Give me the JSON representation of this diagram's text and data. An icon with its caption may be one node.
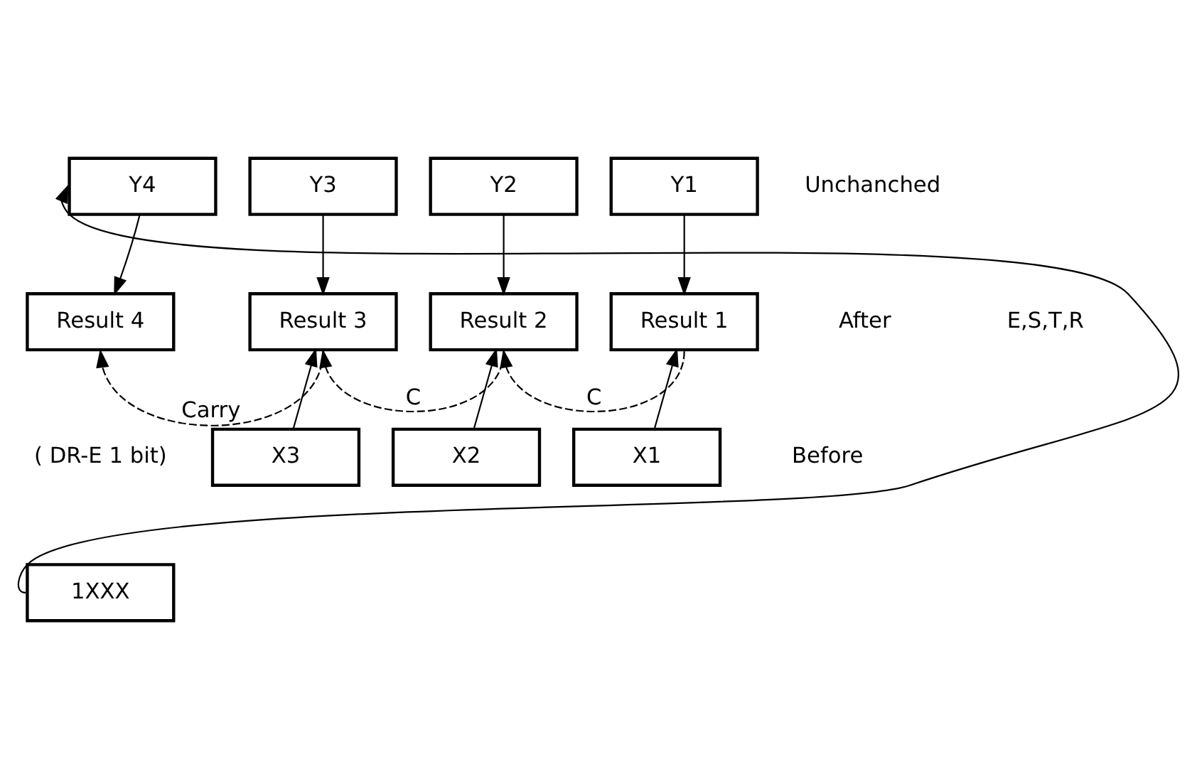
{
  "diagram": {
    "nodes": [
      {
        "text": [
          "Y4"
        ]
      },
      {
        "text": [
          "Y3"
        ]
      },
      {
        "text": [
          "Y2"
        ]
      },
      {
        "text": [
          "Y1"
        ]
      },
      {
        "text": [
          "Result 4"
        ]
      },
      {
        "text": [
          "Result 3"
        ]
      },
      {
        "text": [
          "Result 2"
        ]
      },
      {
        "text": [
          "Result 1"
        ]
      },
      {
        "text": [
          "X3"
        ]
      },
      {
        "text": [
          "X2"
        ]
      },
      {
        "text": [
          "X1"
        ]
      },
      {
        "text": [
          "1XXX"
        ]
      }
    ],
    "edges": [
      {
        "from": 0,
        "to": 4,
        "arrow": "to"
      },
      {
        "from": 1,
        "to": 5,
        "arrow": "to"
      },
      {
        "from": 2,
        "to": 6,
        "arrow": "to"
      },
      {
        "from": 3,
        "to": 7,
        "arrow": "to"
      },
      {
        "from": 5,
        "to": 4,
        "arrow": "to",
        "style": "dashed",
        "label": "Carry"
      },
      {
        "from": 8,
        "to": 5,
        "arrow": "to"
      },
      {
        "from": 6,
        "to": 5,
        "arrow": "to",
        "style": "dashed",
        "label": "C"
      },
      {
        "from": 9,
        "to": 6,
        "arrow": "to"
      },
      {
        "from": 7,
        "to": 6,
        "arrow": "to",
        "style": "dashed",
        "label": "C"
      },
      {
        "from": 10,
        "to": 7,
        "arrow": "to"
      },
      {
        "from": 11,
        "to": 0,
        "arrow": "to"
      }
    ],
    "labels": [
      "Unchanched",
      "After",
      "E,S,T,R",
      "( DR-E 1 bit)",
      "Before"
    ]
  }
}
